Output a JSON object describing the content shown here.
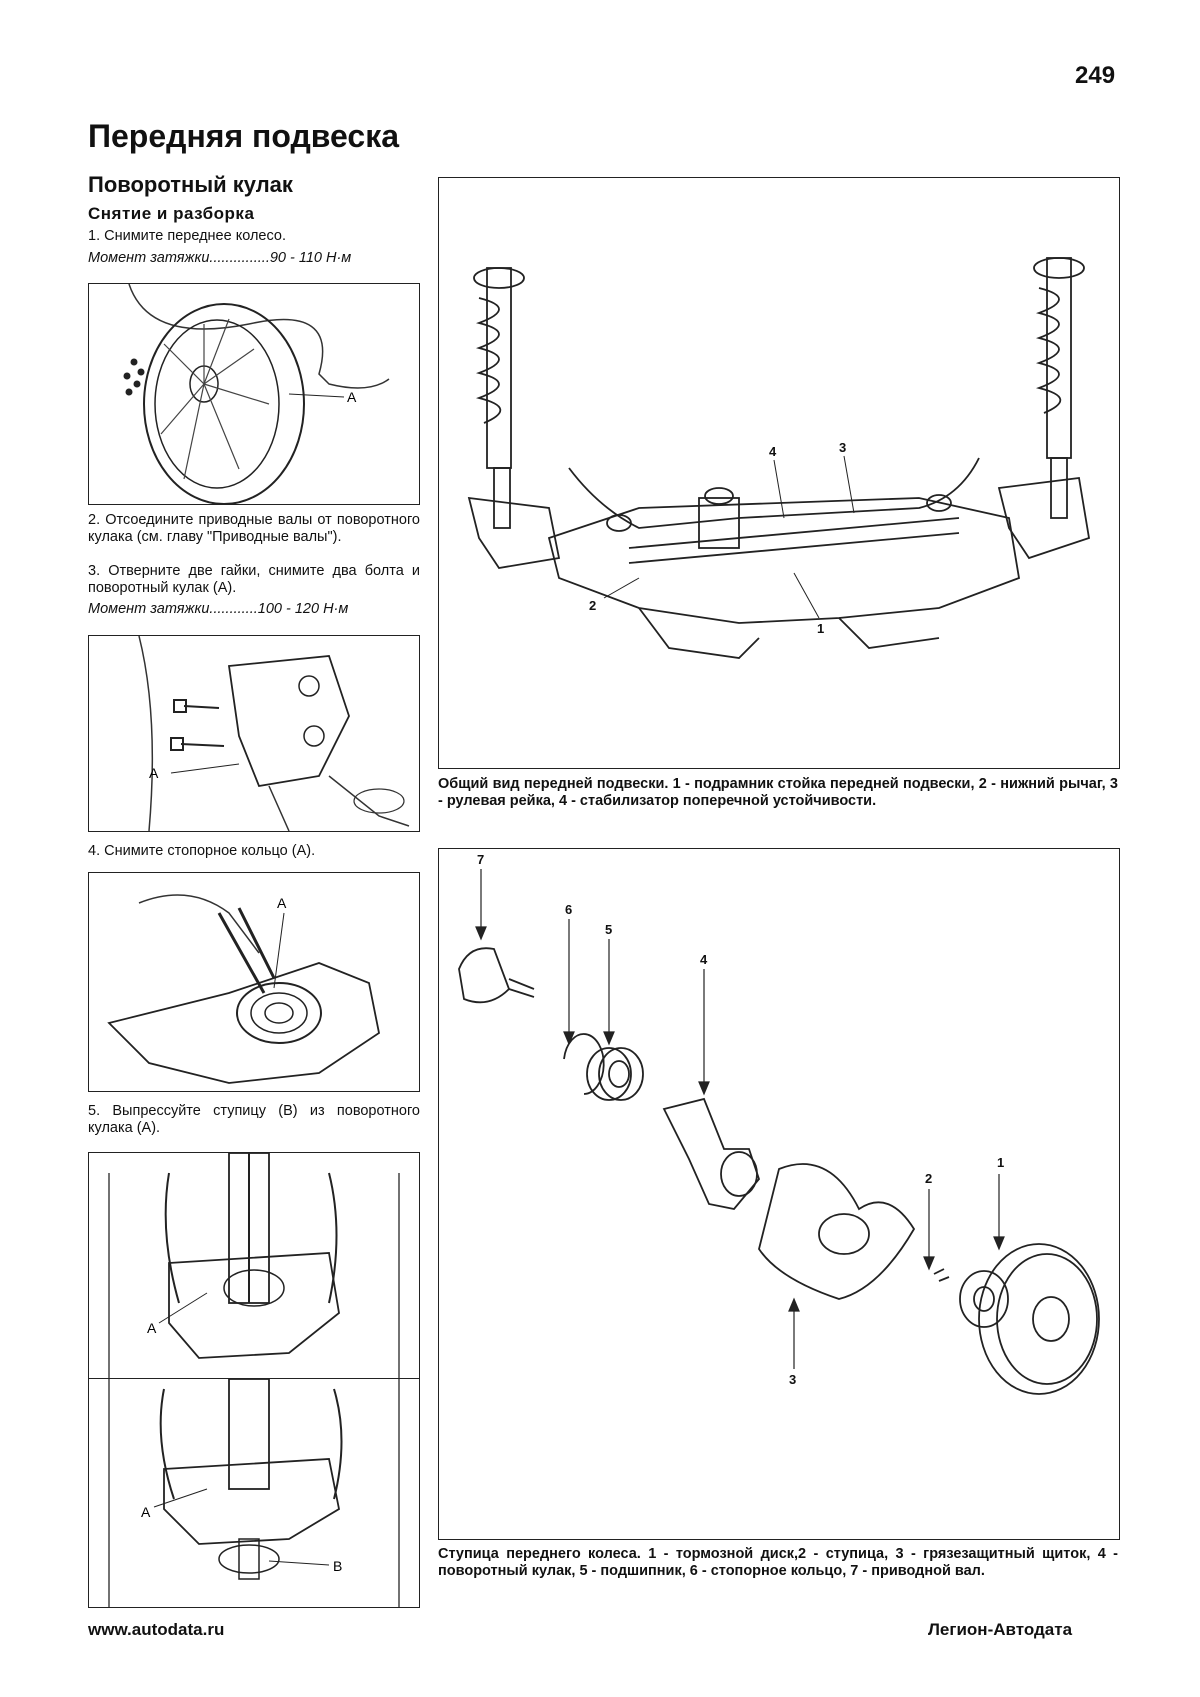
{
  "page": {
    "number": "249",
    "title": "Передняя подвеска",
    "section_title": "Поворотный кулак",
    "subsection_title": "Снятие и разборка"
  },
  "steps": [
    "1. Снимите переднее колесо.",
    "2. Отсоедините приводные валы от поворотного кулака (см. главу \"Приводные валы\").",
    "3. Отверните две гайки, снимите два болта и поворотный кулак (А).",
    "4. Снимите стопорное кольцо (А).",
    "5. Выпрессуйте ступицу (В) из поворотного кулака (А)."
  ],
  "torques": [
    "Момент затяжки...............90 - 110 Н·м",
    "Момент затяжки............100 - 120 Н·м"
  ],
  "figure_labels": {
    "a": "A",
    "b": "B",
    "n1": "1",
    "n2": "2",
    "n3": "3",
    "n4": "4",
    "n5": "5",
    "n6": "6",
    "n7": "7"
  },
  "captions": {
    "suspension": "Общий вид передней подвески. 1 - подрамник стойка передней подвески, 2 - нижний рычаг, 3 - рулевая рейка, 4 - стабилизатор поперечной устойчивости.",
    "hub": "Ступица переднего колеса. 1 - тормозной диск,2 - ступица, 3 - грязезащитный щиток, 4 - поворотный кулак, 5 - подшипник, 6 - стопорное кольцо, 7 - приводной вал."
  },
  "footer": {
    "website": "www.autodata.ru",
    "publisher": "Легион-Автодата"
  }
}
